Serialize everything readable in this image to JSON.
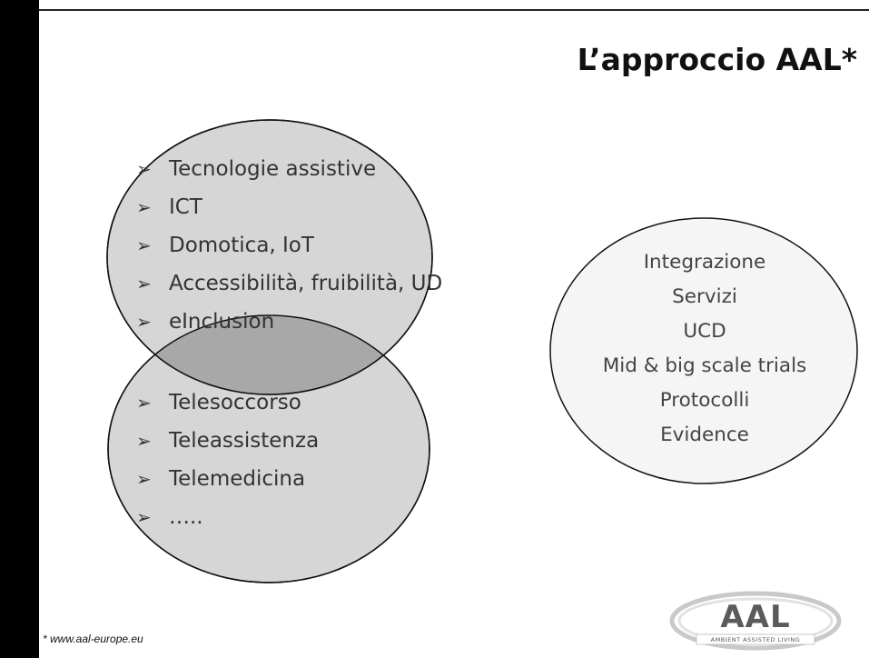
{
  "title": "L’approccio AAL*",
  "top_circle": {
    "items": [
      "Tecnologie assistive",
      "ICT",
      "Domotica, IoT",
      "Accessibilità, fruibilità, UD",
      "eInclusion"
    ]
  },
  "bottom_circle": {
    "items": [
      "Telesoccorso",
      "Teleassistenza",
      "Telemedicina",
      "….."
    ]
  },
  "right_circle": {
    "items": [
      "Integrazione",
      "Servizi",
      "UCD",
      "Mid & big scale trials",
      "Protocolli",
      "Evidence"
    ]
  },
  "footnote": "* www.aal-europe.eu",
  "logo": {
    "name": "AAL",
    "tagline": "AMBIENT ASSISTED LIVING"
  },
  "colors": {
    "circle_fill": "#d6d6d6",
    "overlap_fill": "#a8a8a8",
    "right_circle_fill": "#f5f5f5",
    "outline": "#111111",
    "left_bar": "#000000"
  },
  "icons": {
    "bullet": "arrowhead-bullet-icon"
  }
}
